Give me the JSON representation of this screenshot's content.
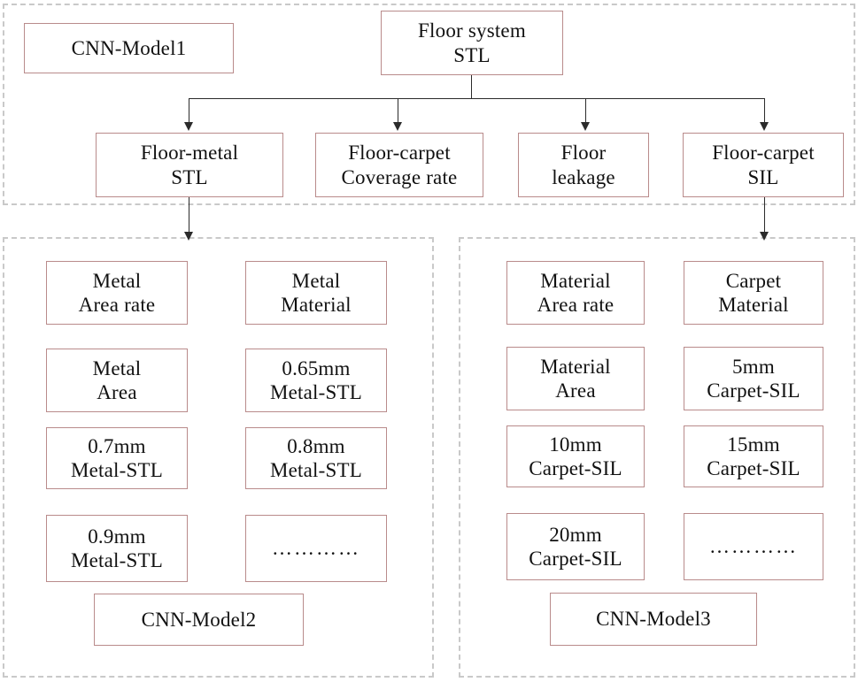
{
  "diagram": {
    "title_nodes": {
      "model1": "CNN-Model1",
      "model2": "CNN-Model2",
      "model3": "CNN-Model3"
    },
    "root": {
      "line1": "Floor system",
      "line2": "STL"
    },
    "level2": [
      {
        "line1": "Floor-metal",
        "line2": "STL"
      },
      {
        "line1": "Floor-carpet",
        "line2": "Coverage rate"
      },
      {
        "line1": "Floor",
        "line2": "leakage"
      },
      {
        "line1": "Floor-carpet",
        "line2": "SIL"
      }
    ],
    "left_panel": {
      "nodes": [
        {
          "line1": "Metal",
          "line2": "Area rate"
        },
        {
          "line1": "Metal",
          "line2": "Material"
        },
        {
          "line1": "Metal",
          "line2": "Area"
        },
        {
          "line1": "0.65mm",
          "line2": "Metal-STL"
        },
        {
          "line1": "0.7mm",
          "line2": "Metal-STL"
        },
        {
          "line1": "0.8mm",
          "line2": "Metal-STL"
        },
        {
          "line1": "0.9mm",
          "line2": "Metal-STL"
        },
        {
          "line1": "…………",
          "line2": ""
        }
      ]
    },
    "right_panel": {
      "nodes": [
        {
          "line1": "Material",
          "line2": "Area rate"
        },
        {
          "line1": "Carpet",
          "line2": "Material"
        },
        {
          "line1": "Material",
          "line2": "Area"
        },
        {
          "line1": "5mm",
          "line2": "Carpet-SIL"
        },
        {
          "line1": "10mm",
          "line2": "Carpet-SIL"
        },
        {
          "line1": "15mm",
          "line2": "Carpet-SIL"
        },
        {
          "line1": "20mm",
          "line2": "Carpet-SIL"
        },
        {
          "line1": "…………",
          "line2": ""
        }
      ]
    },
    "colors": {
      "node_border": "#b98b8b",
      "panel_border": "#c9c9c9",
      "connector": "#2b2b2b",
      "text": "#111111",
      "background": "#ffffff"
    }
  }
}
